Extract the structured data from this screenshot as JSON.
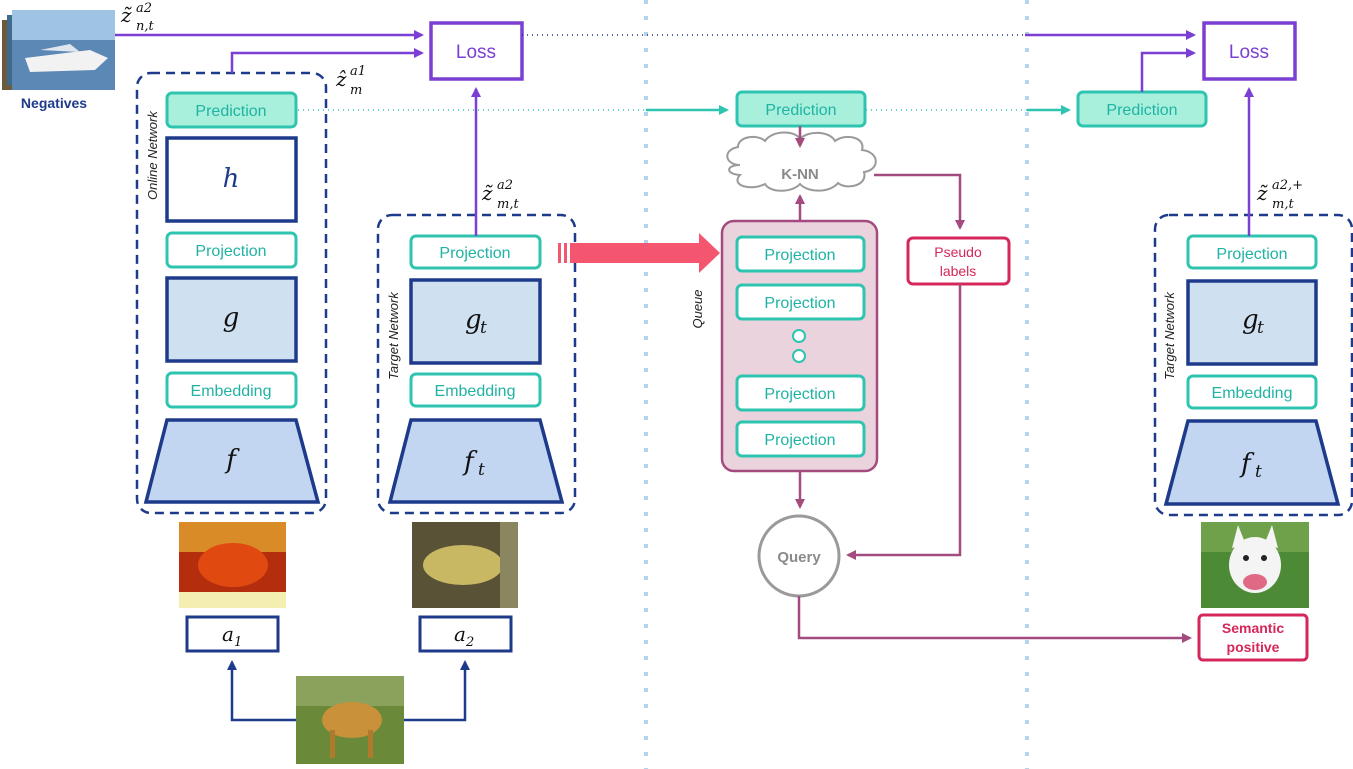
{
  "labels": {
    "negatives": "Negatives",
    "loss_left": "Loss",
    "loss_right": "Loss",
    "online_network": "Online Network",
    "target_network_mid": "Target Network",
    "target_network_right": "Target Network",
    "queue": "Queue",
    "prediction_online": "Prediction",
    "prediction_center": "Prediction",
    "prediction_right": "Prediction",
    "projection_online": "Projection",
    "projection_target": "Projection",
    "projection_right": "Projection",
    "embedding_online": "Embedding",
    "embedding_target": "Embedding",
    "embedding_right": "Embedding",
    "queue_items": [
      "Projection",
      "Projection",
      "Projection",
      "Projection"
    ],
    "knn": "K-NN",
    "pseudo_labels_line1": "Pseudo",
    "pseudo_labels_line2": "labels",
    "query": "Query",
    "semantic_positive_line1": "Semantic",
    "semantic_positive_line2": "positive",
    "h": "h",
    "g": "g",
    "g_t": "g",
    "g_t_sub": "t",
    "f": "f",
    "f_t": "f",
    "f_t_sub": "t",
    "a1": "a",
    "a1_sub": "1",
    "a2": "a",
    "a2_sub": "2"
  },
  "math": {
    "z_neg": {
      "base": "z̃",
      "sup": "a2",
      "sub": "n,t"
    },
    "z_hat": {
      "base": "ẑ",
      "sup": "a1",
      "sub": "m"
    },
    "z_target": {
      "base": "z̃",
      "sup": "a2",
      "sub": "m,t"
    },
    "z_pos": {
      "base": "z̃",
      "sup": "a2,+",
      "sub": "m,t"
    }
  },
  "colors": {
    "teal": "#2ec4b0",
    "navy": "#1e3a8a",
    "purple": "#7b3fd4",
    "magenta": "#a34b7e",
    "pink": "#d6275a",
    "queue_fill": "#ebd3dd",
    "big_arrow": "#f5566f",
    "separator": "#b5d3ea"
  }
}
